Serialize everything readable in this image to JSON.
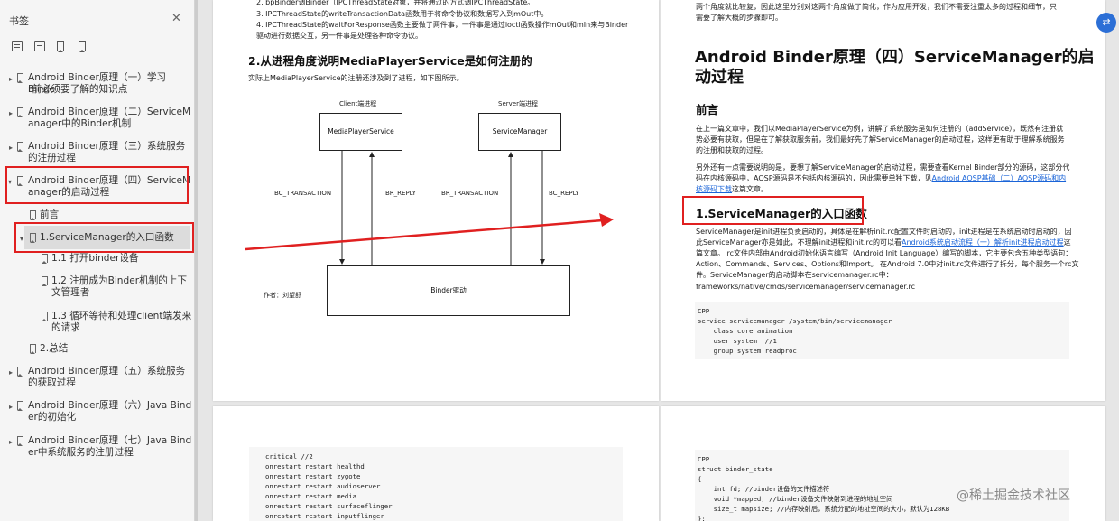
{
  "sidebar": {
    "title": "书签",
    "close": "✕",
    "toc": [
      {
        "line1": "Android Binder原理（一）学习Binde",
        "line2": "r前必须要了解的知识点"
      },
      {
        "line1": "Android Binder原理（二）ServiceM",
        "line2": "anager中的Binder机制"
      },
      {
        "line1": "Android Binder原理（三）系统服务",
        "line2": "的注册过程"
      },
      {
        "line1": "Android Binder原理（四）ServiceM",
        "line2": "anager的启动过程"
      },
      {
        "line1": "前言"
      },
      {
        "line1": "1.ServiceManager的入口函数"
      },
      {
        "line1": "1.1 打开binder设备"
      },
      {
        "line1": "1.2 注册成为Binder机制的上下",
        "line2": "文管理者"
      },
      {
        "line1": "1.3 循环等待和处理client端发来",
        "line2": "的请求"
      },
      {
        "line1": "2.总结"
      },
      {
        "line1": "Android Binder原理（五）系统服务",
        "line2": "的获取过程"
      },
      {
        "line1": "Android Binder原理（六）Java Bind",
        "line2": "er的初始化"
      },
      {
        "line1": "Android Binder原理（七）Java Bind",
        "line2": "er中系统服务的注册过程"
      }
    ]
  },
  "page_left_top": {
    "list": [
      "2. bpBinder调Binder（IPCThreadState对象，并将通过的方式调IPCThreadState。",
      "3. IPCThreadState的writeTransactionData函数用于将命令协议和数据写入到mOut中。",
      "4. IPCThreadState的waitForResponse函数主要做了两件事，一件事是通过ioctl函数操作mOut和mIn来与Binder",
      "    驱动进行数据交互，另一件事是处理各种命令协议。"
    ],
    "heading": "2.从进程角度说明MediaPlayerService是如何注册的",
    "intro": "实际上MediaPlayerService的注册还涉及到了进程，如下图所示。",
    "diagram": {
      "client_process": "Client端进程",
      "server_process": "Server端进程",
      "media_player_service": "MediaPlayerService",
      "service_manager": "ServiceManager",
      "bc_transaction_1": "BC_TRANSACTION",
      "br_reply_1": "BR_REPLY",
      "bc_transaction_2": "BR_TRANSACTION",
      "br_reply_2": "BC_REPLY",
      "binder_driver": "Binder驱动",
      "author": "作者：刘望舒"
    }
  },
  "page_right_top": {
    "top_text_1": "两个角度就比较复，因此这里分别对这两个角度做了简化，作为应用开发，我们不需要注重太多的过程和细节，只",
    "top_text_2": "需要了解大概的步骤即可。",
    "title_line1": "Android Binder原理（四）ServiceManager的启",
    "title_line2": "动过程",
    "section_preface": "前言",
    "para1": [
      "在上一篇文章中，我们以MediaPlayerService为例，讲解了系统服务是如何注册的（addService），既然有注册就",
      "势必要有获取，但是在了解获取服务前，我们最好先了解ServiceManager的启动过程，这样更有助于理解系统服务",
      "的注册和获取的过程。"
    ],
    "para2_1": "另外还有一点需要说明的是，要想了解ServiceManager的启动过程，需要查看Kernel Binder部分的源码，这部分代",
    "para2_2_pre": "码在内核源码中，AOSP源码是不包括内核源码的，因此需要单独下载，见",
    "para2_2_link": "Android AOSP基础（二）AOSP源码和内",
    "para2_3_link": "核源码下载",
    "para2_3_post": "这篇文章。",
    "section_entry": "1.ServiceManager的入口函数",
    "para3_1": "ServiceManager是init进程负责启动的，具体是在解析init.rc配置文件时启动的，init进程是在系统启动时启动的，因",
    "para3_2_pre": "此ServiceManager亦是如此，不理解init进程和init.rc的可以看",
    "para3_2_link": "Android系统启动流程（一）解析init进程启动过程",
    "para3_2_post": "这",
    "para3_3": "篇文章。 rc文件内部由Android初始化语言编写（Android Init Language）编写的脚本，它主要包含五种类型语句：",
    "para3_4": "Action、Commands、Services、Options和Import。 在Android 7.0中对init.rc文件进行了拆分，每个服务一个rc文",
    "para3_5": "件。ServiceManager的启动脚本在servicemanager.rc中：",
    "para3_6": "frameworks/native/cmds/servicemanager/servicemanager.rc",
    "code": "CPP\nservice servicemanager /system/bin/servicemanager\n    class core animation\n    user system  //1\n    group system readproc"
  },
  "page_left_bottom": {
    "code": "critical //2\nonrestart restart healthd\nonrestart restart zygote\nonrestart restart audioserver\nonrestart restart media\nonrestart restart surfaceflinger\nonrestart restart inputflinger"
  },
  "page_right_bottom": {
    "code": "CPP\nstruct binder_state\n{\n    int fd; //binder设备的文件描述符\n    void *mapped; //binder设备文件映射到进程的地址空间\n    size_t mapsize; //内存映射后，系统分配的地址空间的大小，默认为128KB\n};"
  },
  "watermark": "@稀土掘金技术社区",
  "fab_icon": "translate-icon",
  "colors": {
    "highlight_red": "#e02020",
    "link_blue": "#1a64d8",
    "fab_blue": "#2c6fd6"
  }
}
